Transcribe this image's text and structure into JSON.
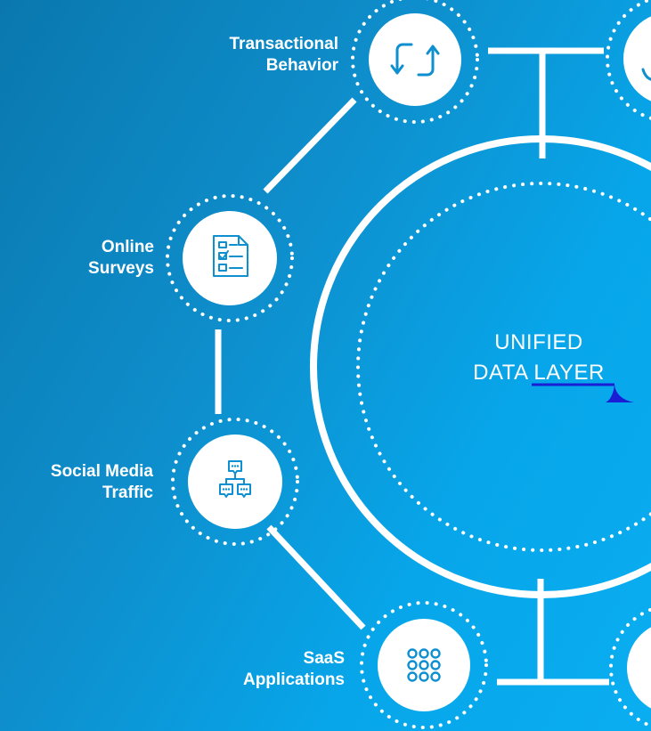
{
  "center": {
    "line1": "UNIFIED",
    "line2": "DATA LAYER"
  },
  "nodes": [
    {
      "id": "transactional",
      "line1": "Transactional",
      "line2": "Behavior",
      "icon": "refresh-icon"
    },
    {
      "id": "surveys",
      "line1": "Online",
      "line2": "Surveys",
      "icon": "checklist-icon"
    },
    {
      "id": "social",
      "line1": "Social Media",
      "line2": "Traffic",
      "icon": "chat-network-icon"
    },
    {
      "id": "saas",
      "line1": "SaaS",
      "line2": "Applications",
      "icon": "app-grid-icon"
    }
  ],
  "colors": {
    "background_start": "#0a78ae",
    "background_end": "#0aaef0",
    "accent": "#0e8fd0",
    "foreground": "#ffffff",
    "cursor": "#1a1fd6"
  }
}
